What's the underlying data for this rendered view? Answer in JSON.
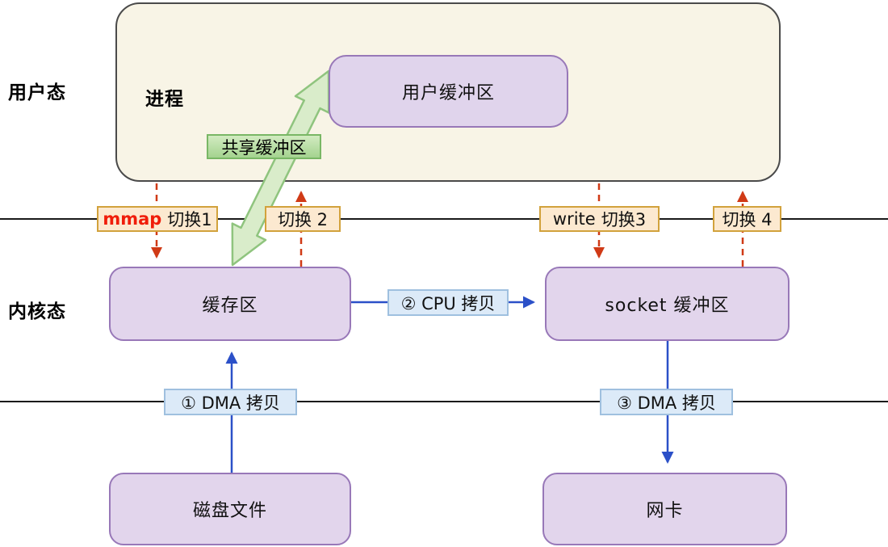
{
  "regions": {
    "user_mode": "用户态",
    "kernel_mode": "内核态"
  },
  "boxes": {
    "process": "进程",
    "user_buffer": "用户缓冲区",
    "shared_buffer_tag": "共享缓冲区",
    "kernel_buffer": "缓存区",
    "socket_buffer": "socket 缓冲区",
    "disk_file": "磁盘文件",
    "nic": "网卡"
  },
  "switch_labels": {
    "s1_keyword": "mmap",
    "s1_text": "切换1",
    "s2_text": "切换 2",
    "s3_keyword": "write",
    "s3_text": "切换3",
    "s4_text": "切换 4"
  },
  "copy_labels": {
    "dma1": "① DMA 拷贝",
    "cpu2": "② CPU 拷贝",
    "dma3": "③ DMA 拷贝"
  },
  "colors": {
    "process_fill": "#F8F4E6",
    "purple_box_fill": "#E2D5EC",
    "purple_box_border": "#9878B8",
    "green_tag_fill": "#B9DCA5",
    "green_tag_border": "#79B765",
    "green_arrow_fill": "#D9ECCA",
    "green_arrow_border": "#8FC47E",
    "switch_label_fill": "#FCE9D0",
    "switch_label_border": "#D2A23C",
    "copy_label_fill": "#DCEAF8",
    "copy_label_border": "#9FC0DF",
    "blue_arrow": "#2B50C8",
    "red_dashed_arrow": "#D03A16",
    "mmap_keyword_red": "#F01D0A",
    "boundary_line": "#1A1A1A"
  }
}
